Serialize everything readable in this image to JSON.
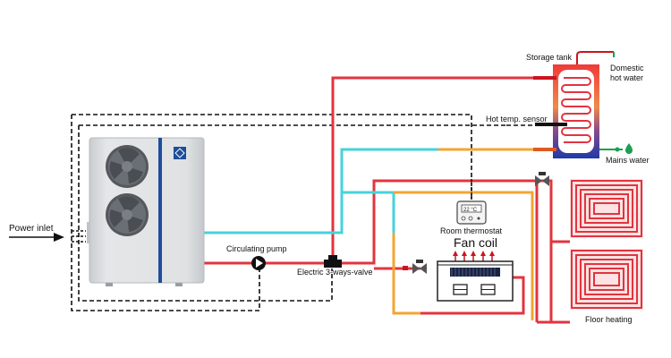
{
  "diagram": {
    "title": "Heat pump heating system schematic",
    "labels": {
      "power_inlet": "Power inlet",
      "storage_tank": "Storage tank",
      "domestic_hot_water_line1": "Domestic",
      "domestic_hot_water_line2": "hot water",
      "hot_temp_sensor": "Hot temp. sensor",
      "mains_water": "Mains water",
      "room_thermostat": "Room thermostat",
      "fan_coil": "Fan coil",
      "circulating_pump": "Circulating pump",
      "electric_valve": "Electric 3-ways-valve",
      "floor_heating": "Floor heating",
      "thermostat_display": "22 °C"
    },
    "components": [
      {
        "name": "heat-pump-unit",
        "icon": "heat-pump-icon"
      },
      {
        "name": "storage-tank",
        "icon": "tank-icon"
      },
      {
        "name": "circulating-pump",
        "icon": "pump-icon"
      },
      {
        "name": "electric-3-way-valve",
        "icon": "valve-icon"
      },
      {
        "name": "room-thermostat",
        "icon": "thermostat-icon"
      },
      {
        "name": "fan-coil",
        "icon": "fan-coil-icon"
      },
      {
        "name": "floor-heating",
        "icon": "floor-heating-icon"
      }
    ],
    "colors": {
      "hot_pipe": "#e2343f",
      "cold_pipe": "#45d3dc",
      "return_pipe": "#f2a532",
      "brand_blue": "#1d4e9a",
      "mains_green": "#1aa052",
      "tank_top": "#ef3a3a",
      "tank_bottom": "#1f3aa8"
    }
  }
}
